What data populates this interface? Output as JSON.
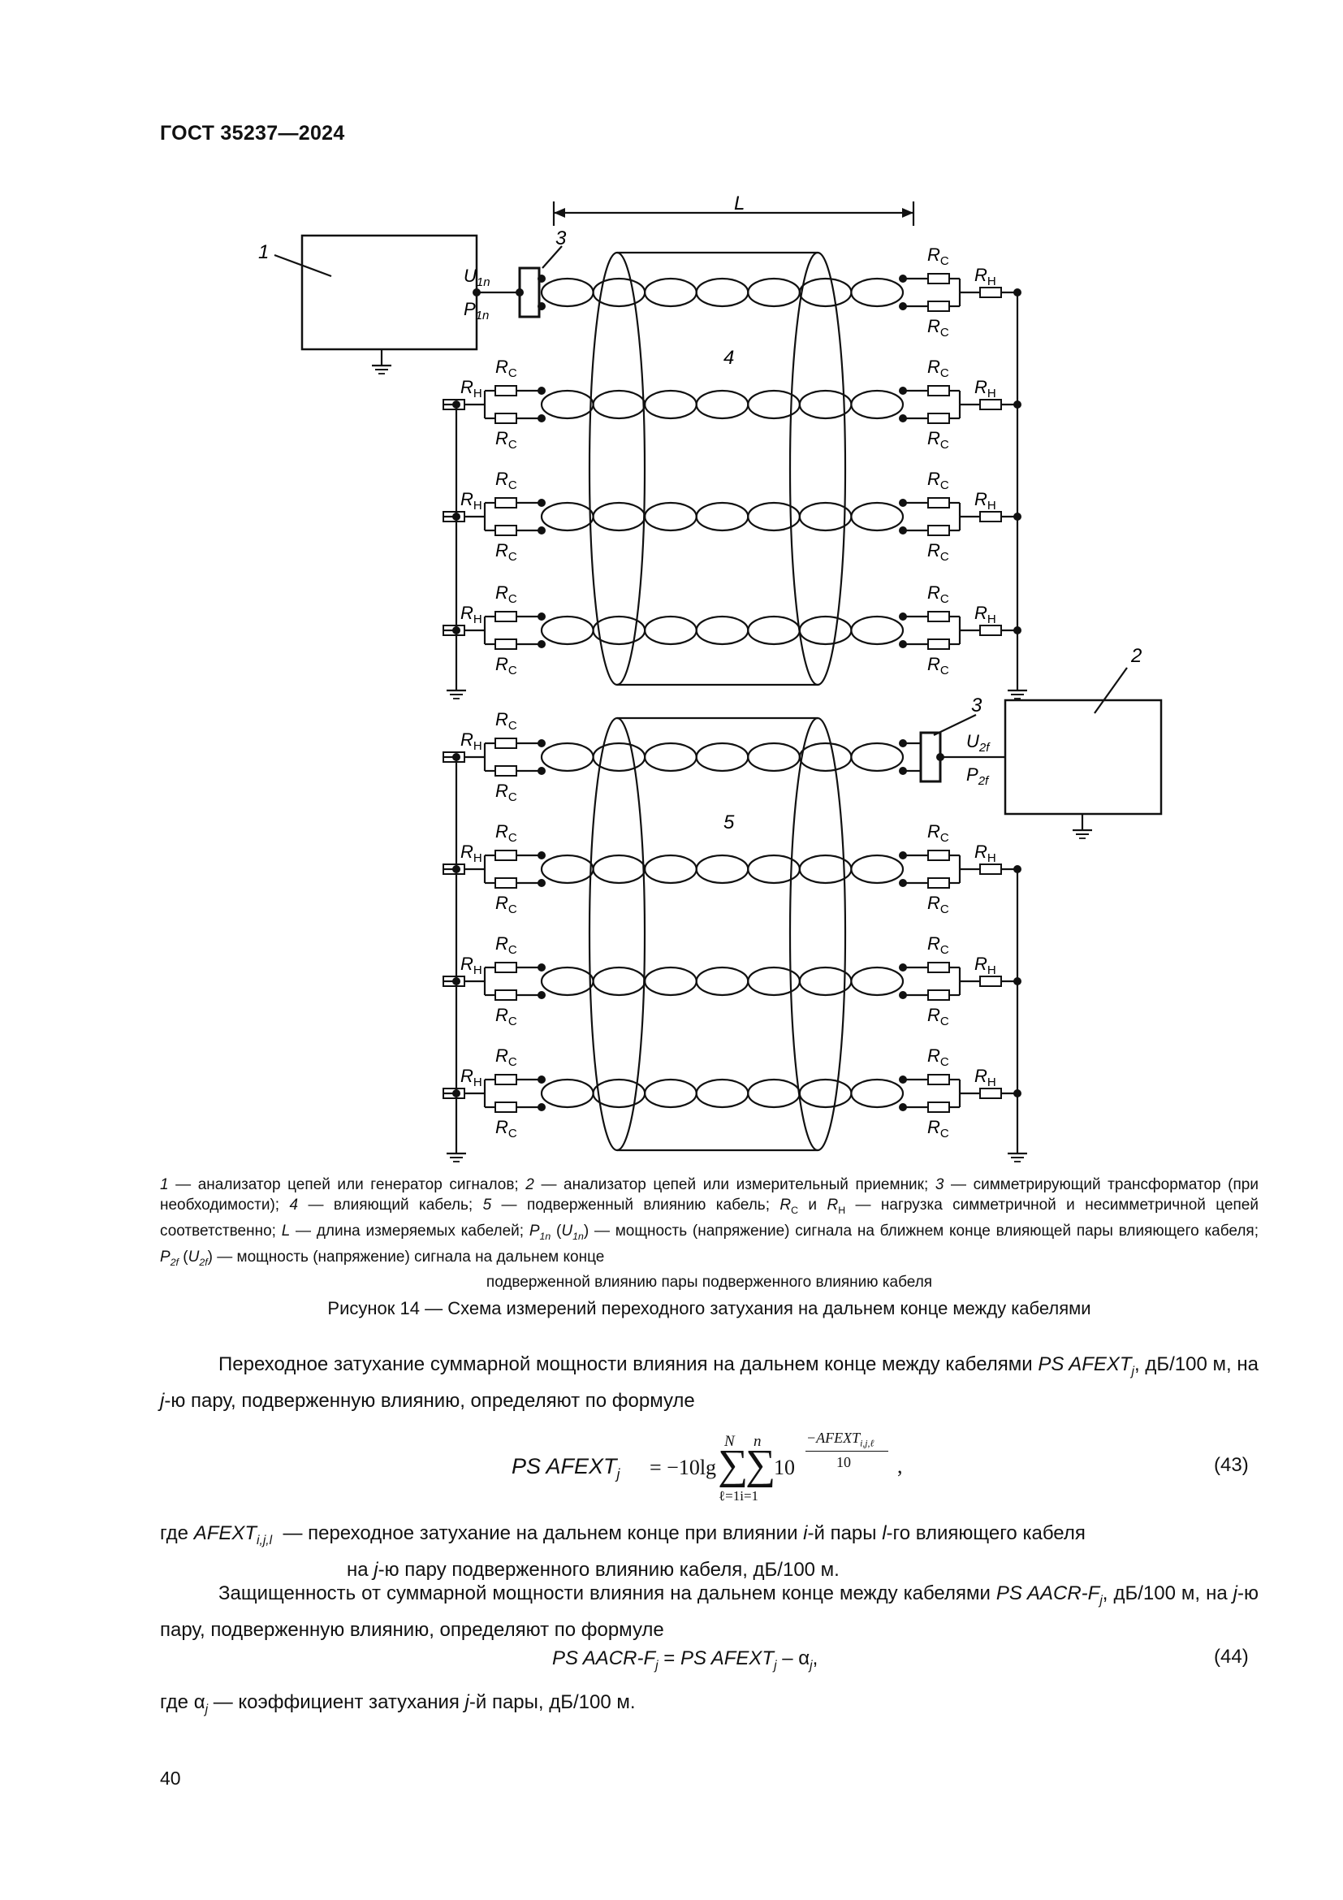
{
  "header": {
    "standard": "ГОСТ 35237—2024"
  },
  "figure": {
    "length_label": "L",
    "num_analyzer_1": "1",
    "num_analyzer_2": "2",
    "num_transformer": "3",
    "num_cable_4": "4",
    "num_cable_5": "5",
    "lbl_u1n": "U",
    "lbl_u1n_sub": "1n",
    "lbl_p1n": "P",
    "lbl_p1n_sub": "1n",
    "lbl_u2f": "U",
    "lbl_u2f_sub": "2f",
    "lbl_p2f": "P",
    "lbl_p2f_sub": "2f",
    "lbl_r": "R",
    "lbl_c_sub": "C",
    "lbl_h_sub": "Н"
  },
  "legend": {
    "line1": "1 — анализатор цепей или генератор сигналов; 2 — анализатор цепей или измерительный приемник; 3 — симметрирующий трансформатор (при необходимости); 4 — влияющий кабель; 5 — подверженный влиянию кабель; RС и RН — нагрузка симметричной и несимметричной цепей соответственно; L — длина измеряемых кабелей; P1n (U1n) — мощность (напряжение) сигнала на ближнем конце влияющей пары влияющего кабеля; P2f (U2f) — мощность (напряжение) сигнала на дальнем конце",
    "line2": "подверженной влиянию пары подверженного влиянию кабеля"
  },
  "caption": "Рисунок 14 — Схема измерений переходного затухания на дальнем конце между кабелями",
  "text": {
    "p1": "Переходное затухание суммарной мощности влияния на дальнем конце между кабелями PS AFEXTj, дБ/100 м, на j-ю пару, подверженную влиянию, определяют по формуле",
    "eq43_lhs": "PS AFEXTj = −10lg",
    "eq43_sum_top_n_outer": "N",
    "eq43_sum_top_n_inner": "n",
    "eq43_sum_bottom": "ℓ=1i=1",
    "eq43_base": "10",
    "eq43_exp_num": "−AFEXTi,j,ℓ",
    "eq43_exp_den": "10",
    "eq43_comma": ",",
    "eq43_num": "(43)",
    "where1_term": "где AFEXTi,j,l",
    "where1_def": "— переходное затухание на дальнем конце при влиянии i-й пары l-го влияющего кабеля",
    "where1_def2": "на j-ю пару подверженного влиянию кабеля, дБ/100 м.",
    "p2": "Защищенность от суммарной мощности влияния на дальнем конце между кабелями PS AACR-Fj, дБ/100 м, на j-ю пару, подверженную влиянию, определяют по формуле",
    "eq44": "PS AACR-Fj = PS AFEXTj – αj,",
    "eq44_num": "(44)",
    "where2": "где αj — коэффициент затухания j-й пары, дБ/100 м."
  },
  "page_number": "40"
}
